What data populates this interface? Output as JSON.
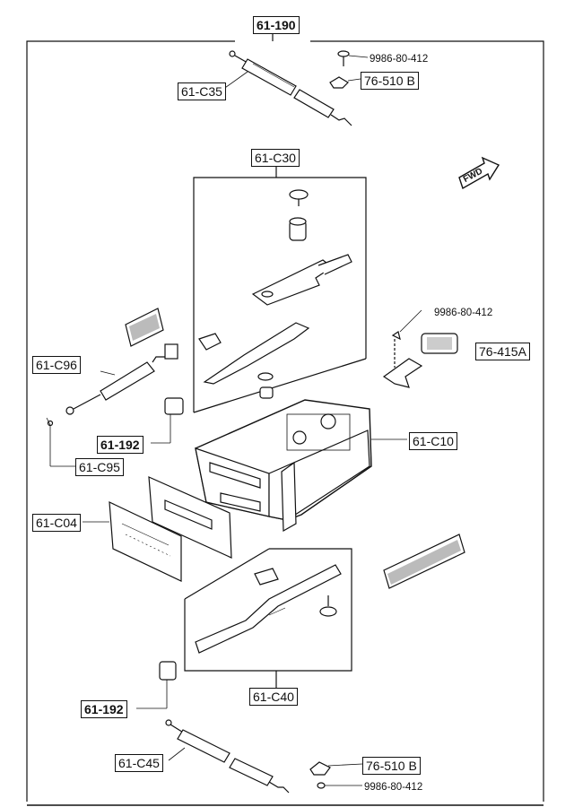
{
  "labels": {
    "main_assembly": "61-190",
    "cable_upper": "61-C35",
    "screw_upper": "9986-80-412",
    "clip_upper": "76-510 B",
    "lever_set_upper": "61-C30",
    "screw_middle": "9986-80-412",
    "pad_right": "76-415A",
    "harness": "61-C96",
    "knob_upper": "61-192",
    "housing": "61-C10",
    "bulb": "61-C95",
    "panel": "61-C04",
    "lever_set_lower": "61-C40",
    "knob_lower": "61-192",
    "cable_lower": "61-C45",
    "clip_lower": "76-510 B",
    "screw_lower": "9986-80-412"
  },
  "direction_indicator": "FWD"
}
